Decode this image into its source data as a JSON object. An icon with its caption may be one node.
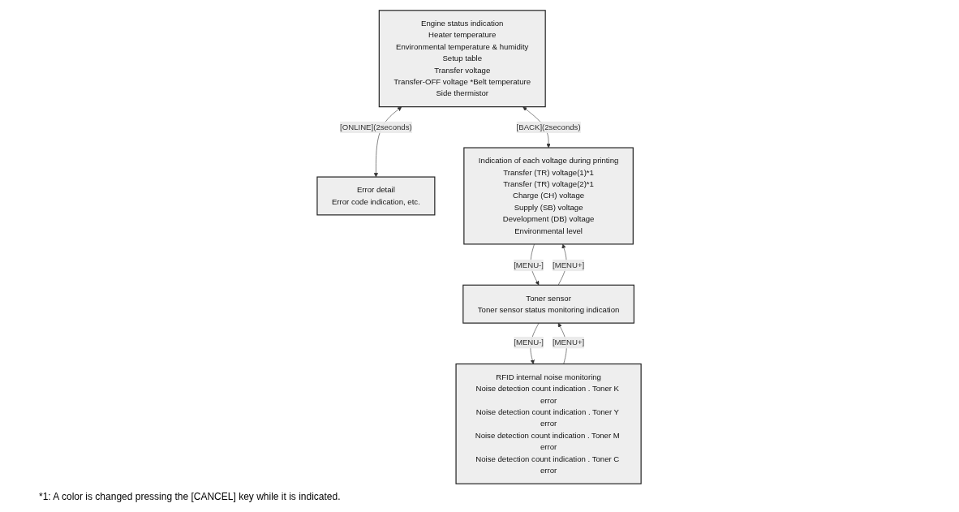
{
  "diagram": {
    "nodes": [
      {
        "text": [
          "Engine status indication",
          "Heater temperature",
          "Environmental temperature & humidity",
          "Setup table",
          "Transfer voltage",
          "Transfer-OFF voltage *Belt temperature",
          "Side thermistor"
        ]
      },
      {
        "text": [
          "Error detail",
          "Error code indication, etc."
        ]
      },
      {
        "text": [
          "Indication of each voltage during printing",
          "Transfer (TR) voltage(1)*1",
          "Transfer (TR) voltage(2)*1",
          "Charge (CH) voltage",
          "Supply (SB) voltage",
          "Development (DB) voltage",
          "Environmental level"
        ]
      },
      {
        "text": [
          "Toner sensor",
          "Toner sensor status monitoring indication"
        ]
      },
      {
        "text": [
          "RFID internal noise monitoring",
          "Noise detection count indication . Toner K error",
          "Noise detection count indication . Toner Y error",
          "Noise detection count indication . Toner M error",
          "Noise detection count indication . Toner C error"
        ]
      }
    ],
    "edges": [
      {
        "from": 0,
        "to": 2,
        "arrow": "both",
        "label": "[BACK](2seconds)"
      },
      {
        "from": 0,
        "to": 1,
        "arrow": "both",
        "label": "[ONLINE](2seconds)"
      },
      {
        "from": 2,
        "to": 3,
        "arrow": "to",
        "label": "[MENU-]"
      },
      {
        "from": 3,
        "to": 2,
        "arrow": "to",
        "label": "[MENU+]"
      },
      {
        "from": 3,
        "to": 4,
        "arrow": "to",
        "label": "[MENU-]"
      },
      {
        "from": 4,
        "to": 3,
        "arrow": "to",
        "label": "[MENU+]"
      }
    ],
    "labels": [
      "*1: A color is changed pressing the [CANCEL] key while it is indicated."
    ]
  }
}
